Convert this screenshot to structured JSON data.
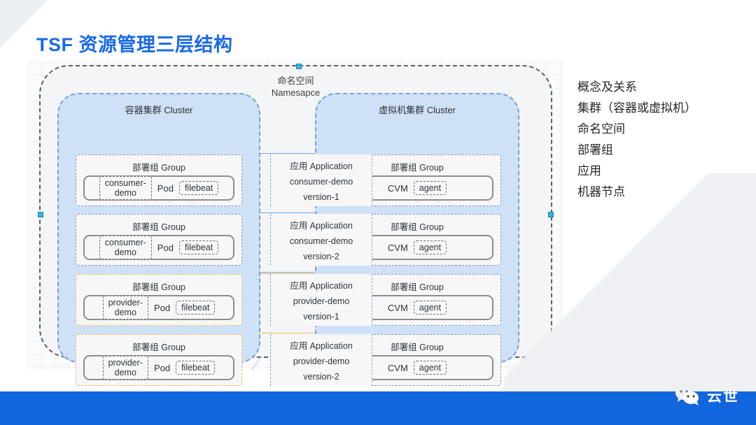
{
  "page": {
    "title": "TSF 资源管理三层结构"
  },
  "diagram": {
    "namespace": {
      "cn": "命名空间",
      "en": "Namesapce"
    },
    "clusters": {
      "left_title": "容器集群 Cluster",
      "right_title": "虚拟机集群 Cluster"
    },
    "group_label": "部署组 Group",
    "app_label": "应用 Application",
    "pod_label": "Pod",
    "cvm_label": "CVM",
    "agent_label": "agent",
    "filebeat_label": "filebeat",
    "rows": [
      {
        "accent": "blue",
        "left": {
          "group": "部署组 Group",
          "service": "consumer-\ndemo",
          "runtime": "Pod",
          "sidecar": "filebeat"
        },
        "app": {
          "head": "应用 Application",
          "name": "consumer-demo",
          "version": "version-1"
        },
        "right": {
          "group": "部署组 Group",
          "runtime": "CVM",
          "sidecar": "agent"
        }
      },
      {
        "accent": "blue",
        "left": {
          "group": "部署组 Group",
          "service": "consumer-\ndemo",
          "runtime": "Pod",
          "sidecar": "filebeat"
        },
        "app": {
          "head": "应用 Application",
          "name": "consumer-demo",
          "version": "version-2"
        },
        "right": {
          "group": "部署组 Group",
          "runtime": "CVM",
          "sidecar": "agent"
        }
      },
      {
        "accent": "orange",
        "left": {
          "group": "部署组 Group",
          "service": "provider-\ndemo",
          "runtime": "Pod",
          "sidecar": "filebeat"
        },
        "app": {
          "head": "应用 Application",
          "name": "provider-demo",
          "version": "version-1"
        },
        "right": {
          "group": "部署组 Group",
          "runtime": "CVM",
          "sidecar": "agent"
        }
      },
      {
        "accent": "orange",
        "left": {
          "group": "部署组 Group",
          "service": "provider-\ndemo",
          "runtime": "Pod",
          "sidecar": "filebeat"
        },
        "app": {
          "head": "应用 Application",
          "name": "provider-demo",
          "version": "version-2"
        },
        "right": {
          "group": "部署组 Group",
          "runtime": "CVM",
          "sidecar": "agent"
        }
      }
    ]
  },
  "concepts": [
    "概念及关系",
    "集群（容器或虚拟机）",
    "命名空间",
    "部署组",
    "应用",
    "机器节点"
  ],
  "footer": {
    "brand": "云世",
    "icon": "wechat-icon"
  },
  "colors": {
    "title_blue": "#1a6ae8",
    "cluster_fill": "#cfe1f6",
    "cluster_border": "#7a9fd0",
    "accent_blue": "#6ea3e0",
    "accent_orange": "#e8b659",
    "bottom_bar": "#1166dd"
  }
}
